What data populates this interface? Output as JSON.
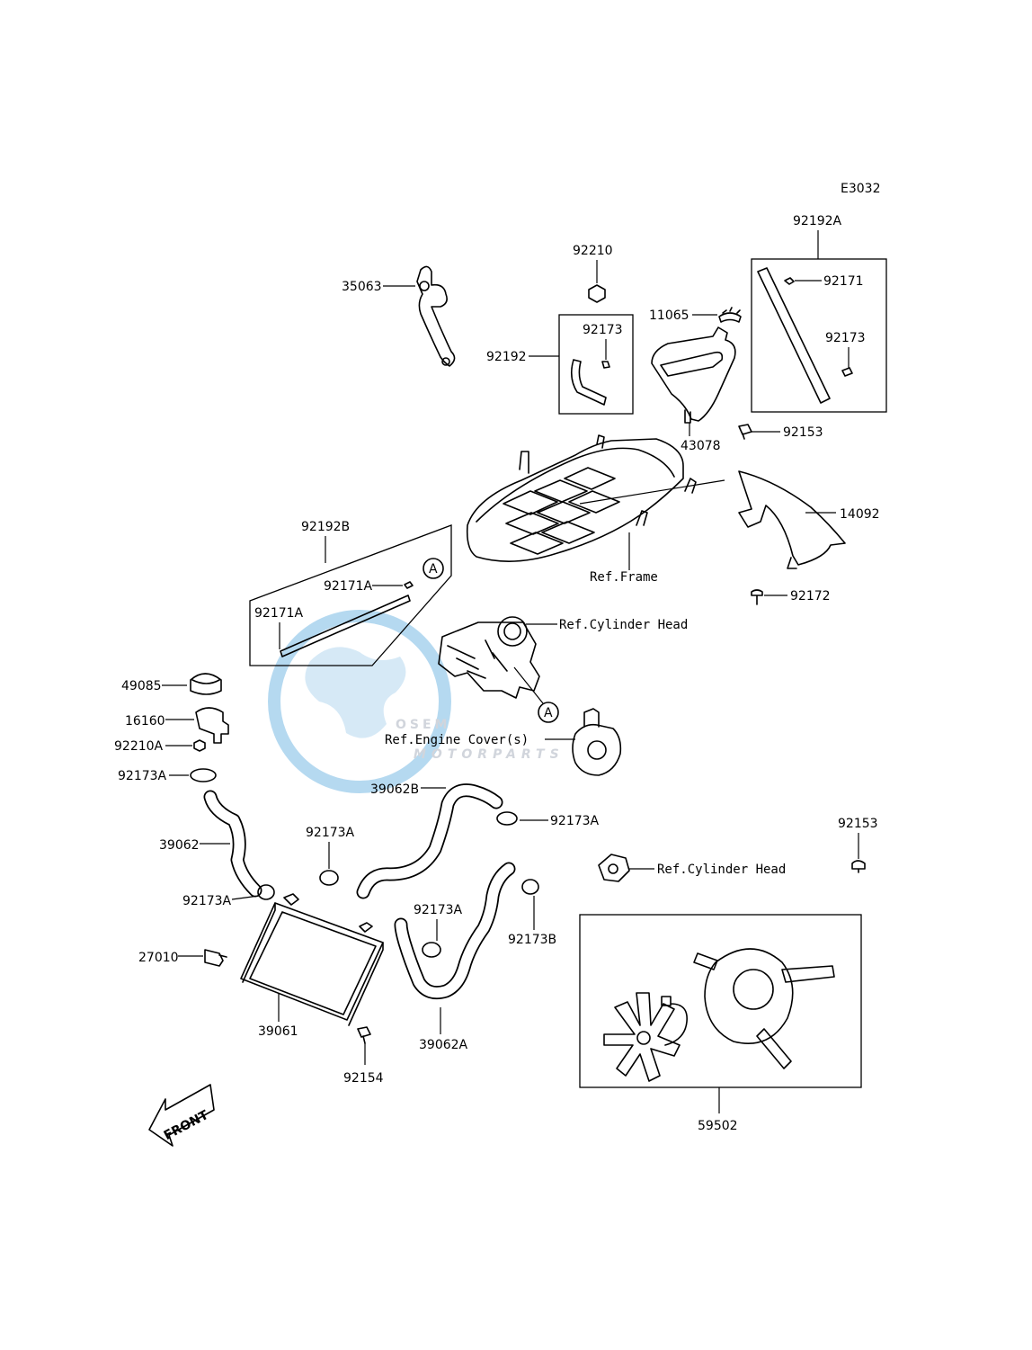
{
  "diagram_code": "E3032",
  "front_label": "FRONT",
  "watermark": {
    "brand": "OSEM",
    "sub": "MOTORPARTS"
  },
  "refs": {
    "frame": "Ref.Frame",
    "cylinder_head_1": "Ref.Cylinder Head",
    "engine_cover": "Ref.Engine Cover(s)",
    "cylinder_head_2": "Ref.Cylinder Head",
    "circle_a_1": "A",
    "circle_a_2": "A"
  },
  "parts": {
    "p92192A": "92192A",
    "p92171": "92171",
    "p92173_right": "92173",
    "p92210": "92210",
    "p35063": "35063",
    "p11065": "11065",
    "p92192": "92192",
    "p92173_box": "92173",
    "p43078": "43078",
    "p92153_top": "92153",
    "p14092": "14092",
    "p92192B": "92192B",
    "p92171A_1": "92171A",
    "p92171A_2": "92171A",
    "p92172": "92172",
    "p49085": "49085",
    "p16160": "16160",
    "p92210A": "92210A",
    "p92173A_1": "92173A",
    "p39062B": "39062B",
    "p92173A_2": "92173A",
    "p92153_right": "92153",
    "p39062": "39062",
    "p92173A_3": "92173A",
    "p92173A_4": "92173A",
    "p92173A_5": "92173A",
    "p92173B": "92173B",
    "p27010": "27010",
    "p39061": "39061",
    "p39062A": "39062A",
    "p92154": "92154",
    "p59502": "59502"
  }
}
